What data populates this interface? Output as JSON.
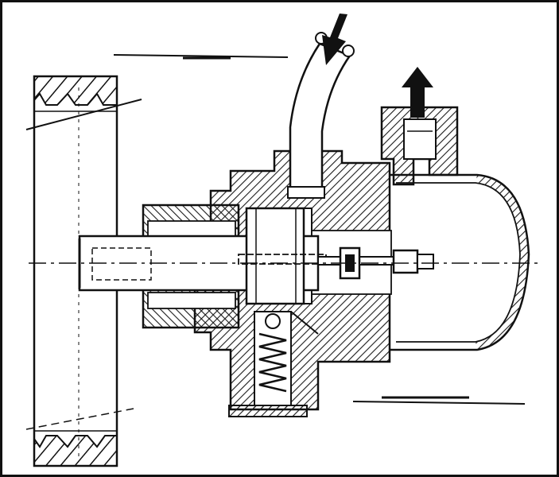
{
  "diagram": {
    "kind": "technical cross-section line drawing (no visible text)",
    "colors": {
      "ink": "#111111",
      "paper": "#ffffff",
      "hatch": "#1a1a1a"
    },
    "parts": [
      {
        "name": "drive-pulley"
      },
      {
        "name": "drive-shaft"
      },
      {
        "name": "pump-housing"
      },
      {
        "name": "vacuum-chamber"
      },
      {
        "name": "intake-pipe"
      },
      {
        "name": "outlet-port"
      },
      {
        "name": "rotor"
      },
      {
        "name": "check-valve-spring"
      },
      {
        "name": "bolt-and-nut"
      },
      {
        "name": "centerline"
      }
    ],
    "arrows": [
      {
        "name": "intake-flow-arrow",
        "direction": "down-left"
      },
      {
        "name": "outlet-flow-arrow",
        "direction": "up"
      }
    ]
  }
}
